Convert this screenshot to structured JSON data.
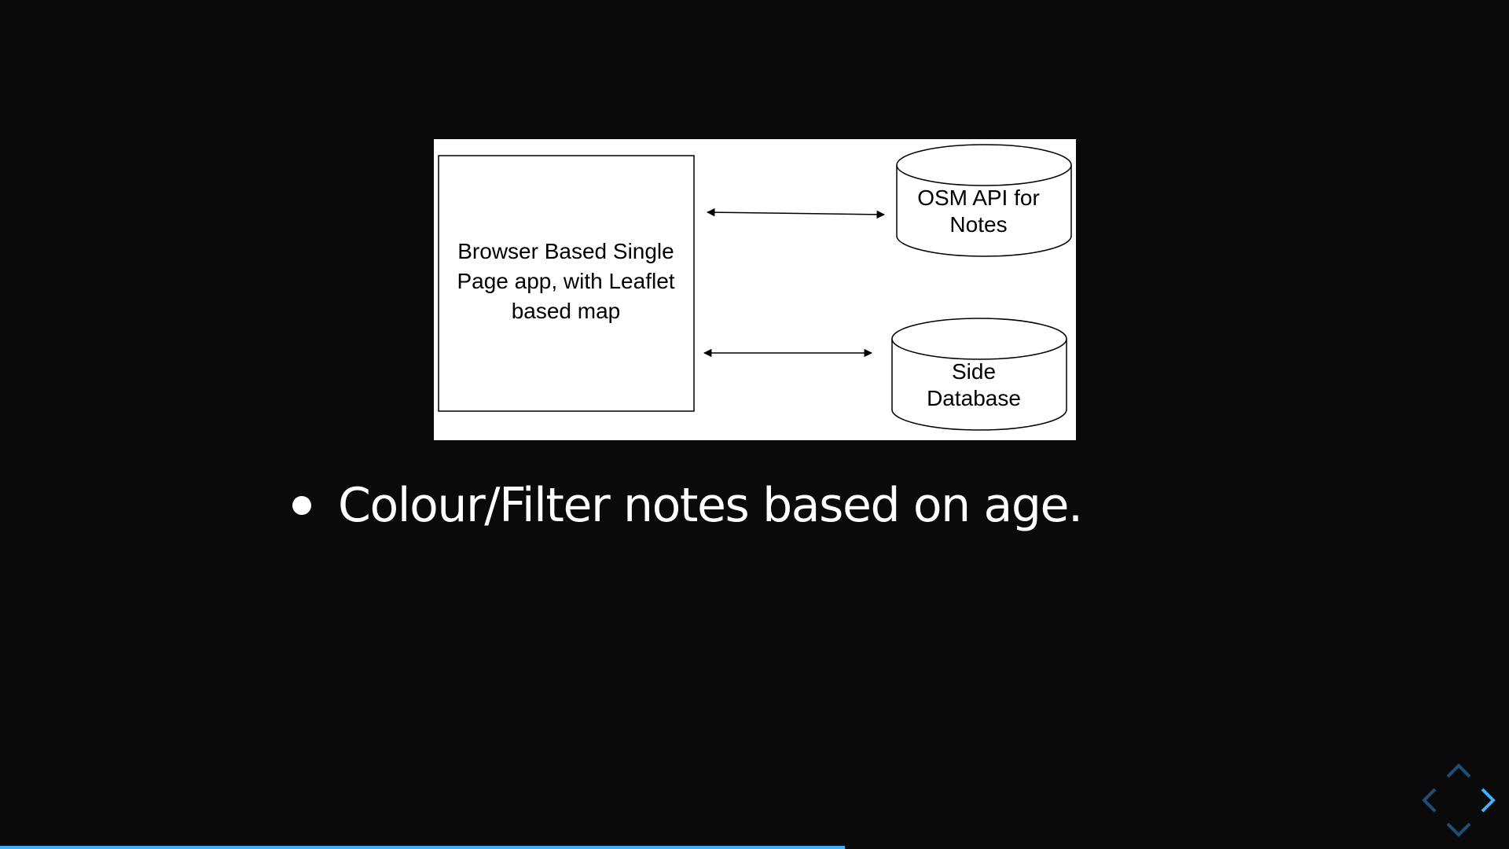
{
  "diagram": {
    "app_box_lines": [
      "Browser Based Single",
      "Page app, with Leaflet",
      "based map"
    ],
    "osm_db_lines": [
      "OSM API for",
      "Notes"
    ],
    "side_db_lines": [
      "Side",
      "Database"
    ]
  },
  "bullets": [
    {
      "text": "Colour/Filter notes based on age."
    }
  ],
  "progress": {
    "fraction": 0.56
  },
  "colors": {
    "background": "#0a0a0a",
    "accent": "#42affa"
  },
  "controls": {
    "icons": [
      "chevron-up-icon",
      "chevron-left-icon",
      "chevron-right-icon",
      "chevron-down-icon"
    ]
  }
}
